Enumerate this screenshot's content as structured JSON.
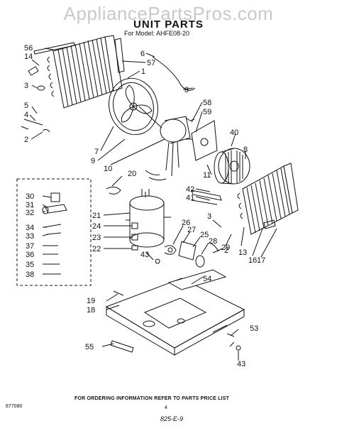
{
  "header": {
    "watermark": "AppliancePartsPros.com",
    "title": "UNIT PARTS",
    "subtitle": "For Model: AHFE08-20"
  },
  "callouts": [
    "56",
    "14",
    "3",
    "5",
    "4",
    "2",
    "7",
    "9",
    "10",
    "6",
    "57",
    "1",
    "8",
    "58",
    "59",
    "40",
    "8",
    "11",
    "20",
    "42",
    "41",
    "30",
    "31",
    "32",
    "34",
    "33",
    "37",
    "36",
    "35",
    "38",
    "21",
    "24",
    "23",
    "22",
    "43",
    "26",
    "27",
    "25",
    "28",
    "29",
    "3",
    "2",
    "13",
    "16",
    "17",
    "54",
    "19",
    "18",
    "55",
    "53",
    "43"
  ],
  "footer": {
    "ordering_note": "FOR ORDERING INFORMATION REFER TO PARTS PRICE LIST",
    "doc_code": "877080",
    "page_number": "4",
    "stamp": "825-E-9"
  }
}
